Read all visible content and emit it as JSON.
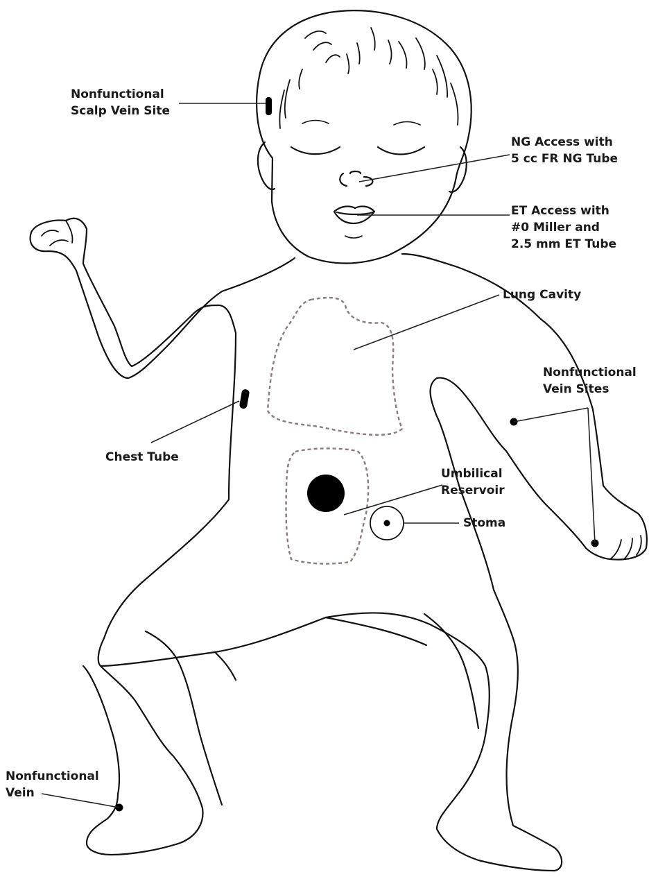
{
  "labels": {
    "scalp_vein": [
      "Nonfunctional",
      "Scalp Vein Site"
    ],
    "ng_access": [
      "NG Access with",
      "5 cc FR NG Tube"
    ],
    "et_access": [
      "ET Access with",
      "#0 Miller and",
      "2.5 mm ET Tube"
    ],
    "lung_cavity": [
      "Lung Cavity"
    ],
    "vein_sites": [
      "Nonfunctional",
      "Vein Sites"
    ],
    "chest_tube": [
      "Chest Tube"
    ],
    "umbilical_reservoir": [
      "Umbilical",
      "Reservoir"
    ],
    "stoma": [
      "Stoma"
    ],
    "foot_vein": [
      "Nonfunctional",
      "Vein"
    ]
  },
  "colors": {
    "outline": "#111111",
    "dashed_region": "#8a7b78",
    "marker": "#000000",
    "leader_line": "#222222"
  }
}
